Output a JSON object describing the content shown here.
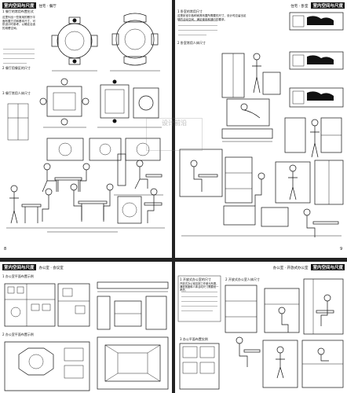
{
  "pages": {
    "top_left": {
      "header_title": "室内空间与尺度",
      "header_sub": "住宅 · 餐厅",
      "captions": {
        "fig1": "1  餐厅的常用布置形式",
        "fig2": "2  餐厅用餐区的尺寸",
        "fig3": "3  餐厅常用人体尺寸"
      },
      "body_text": "这里列出一些常用的餐厅平面布置方式和基本尺寸，可供设计时参考，以确定合适的用餐空间。",
      "page_number": "8"
    },
    "top_right": {
      "header_title": "室内空间与尺度",
      "header_sub": "住宅 · 卧室",
      "captions": {
        "fig1": "1  卧室的常用尺寸",
        "fig2": "2  卧室常用人体尺寸"
      },
      "body_text": "这是卧室中各种家具布置所需要的尺寸，设计时应留出足够的活动空间，满足使用和通行的要求。",
      "page_number": "9"
    },
    "bottom_left": {
      "header_title": "室内空间与尺度",
      "header_sub": "办公室 · 会议室",
      "captions": {
        "fig1": "1  办公室平面布置示例",
        "fig2": "2  办公室平面布置示例"
      }
    },
    "bottom_right": {
      "header_title": "室内空间与尺度",
      "header_sub": "办公室 · 开放式办公室",
      "captions": {
        "fig1": "1  开放式办公室的尺寸",
        "fig2": "2  开放式办公室人体尺寸",
        "fig3": "3  办公平面布置实例"
      },
      "body_text": "开放式办公室应按工作单元布置，通道宽度和人体活动尺寸需要统一考虑。"
    }
  },
  "watermark": "设计前沿"
}
